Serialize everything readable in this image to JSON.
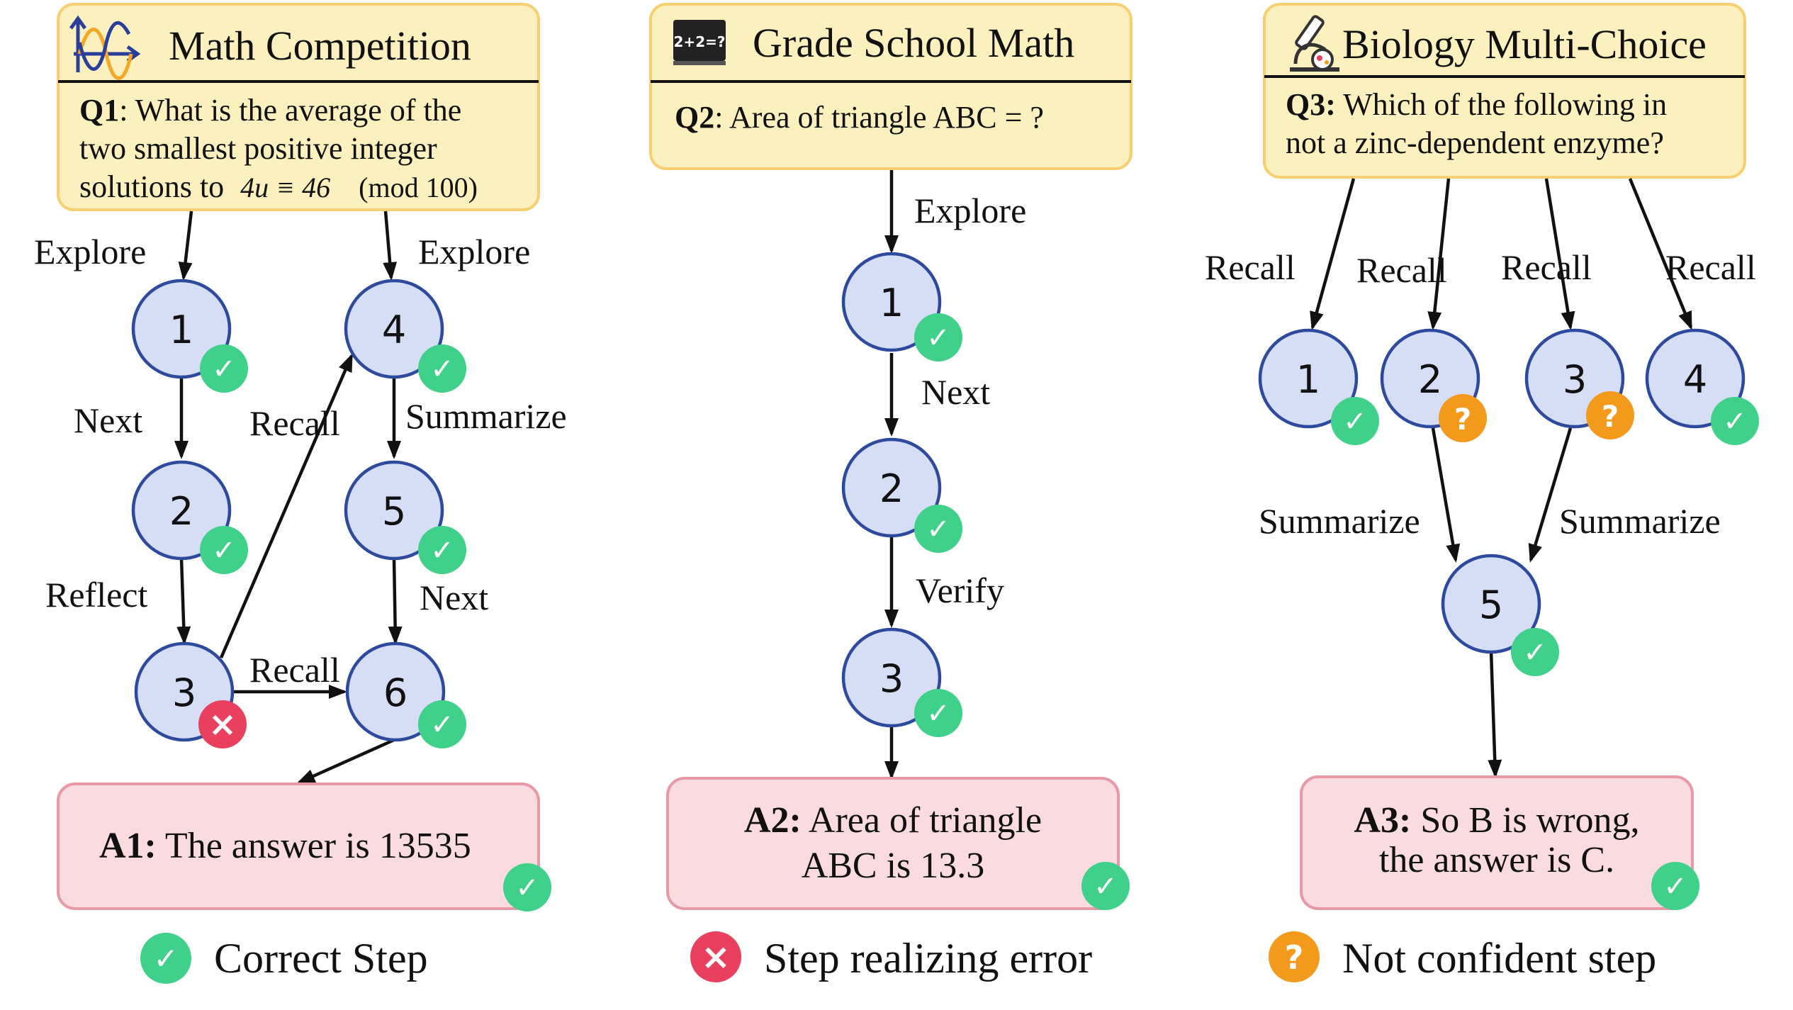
{
  "panels": [
    {
      "title": "Math Competition",
      "question_label": "Q1",
      "question_lines": [
        ": What is the average of the",
        "two smallest positive integer",
        "solutions to "
      ],
      "question_math": "4u ≡ 46",
      "question_mod": "(mod 100)",
      "edge_labels": {
        "explore_left": "Explore",
        "explore_right": "Explore",
        "next_1": "Next",
        "reflect": "Reflect",
        "recall_up": "Recall",
        "summarize": "Summarize",
        "next_2": "Next",
        "recall_across": "Recall"
      },
      "nodes": [
        "1",
        "2",
        "3",
        "4",
        "5",
        "6"
      ],
      "answer_label": "A1:",
      "answer_text": " The answer is 13535"
    },
    {
      "title": "Grade School Math",
      "icon_text": "2+2=?",
      "question_label": "Q2",
      "question_text": ": Area of triangle ABC = ?",
      "edge_labels": {
        "explore": "Explore",
        "next": "Next",
        "verify": "Verify"
      },
      "nodes": [
        "1",
        "2",
        "3"
      ],
      "answer_label": "A2:",
      "answer_line1": " Area of triangle",
      "answer_line2": "ABC is 13.3"
    },
    {
      "title": "Biology Multi-Choice",
      "question_label": "Q3:",
      "question_line1": " Which of the following in",
      "question_line2": "not a zinc-dependent enzyme?",
      "edge_labels": {
        "recall_1": "Recall",
        "recall_2": "Recall",
        "recall_3": "Recall",
        "recall_4": "Recall",
        "summarize_left": "Summarize",
        "summarize_right": "Summarize"
      },
      "nodes": [
        "1",
        "2",
        "3",
        "4",
        "5"
      ],
      "answer_label": "A3:",
      "answer_line1": " So B is wrong,",
      "answer_line2": "the answer is C."
    }
  ],
  "badges": {
    "correct": "✓",
    "error": "×",
    "unsure": "?"
  },
  "legend": {
    "correct": "Correct Step",
    "error": "Step realizing error",
    "unsure": "Not confident step"
  },
  "colors": {
    "correct": "#3fd08a",
    "error": "#e8405e",
    "unsure": "#f39a1c",
    "node_fill": "#d5def5",
    "node_stroke": "#2e4a9e",
    "question_fill": "#fdf0bf",
    "answer_fill": "#f9dbe0"
  },
  "icons": [
    "sine-wave-icon",
    "chalkboard-icon",
    "microscope-icon"
  ]
}
